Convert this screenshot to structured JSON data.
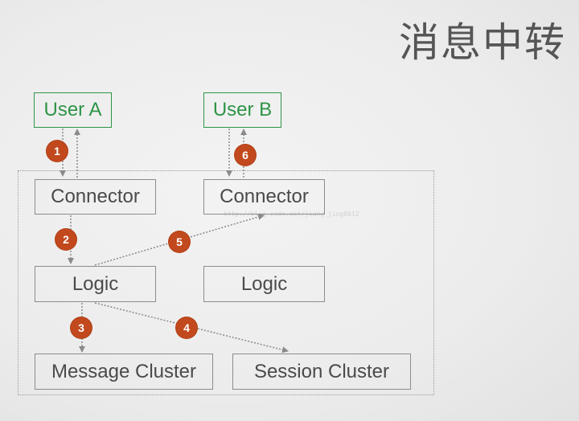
{
  "title": "消息中转",
  "watermark": "http://blog.csdn.net/jiang_jing0612",
  "users": {
    "a": "User A",
    "b": "User B"
  },
  "boxes": {
    "connector_left": "Connector",
    "connector_right": "Connector",
    "logic_left": "Logic",
    "logic_right": "Logic",
    "message_cluster": "Message Cluster",
    "session_cluster": "Session Cluster"
  },
  "steps": [
    "1",
    "2",
    "3",
    "4",
    "5",
    "6"
  ],
  "colors": {
    "user_green": "#2e9448",
    "badge_orange": "#c2491d",
    "box_border": "#8c8c8c",
    "text_gray": "#4a4a4a"
  }
}
